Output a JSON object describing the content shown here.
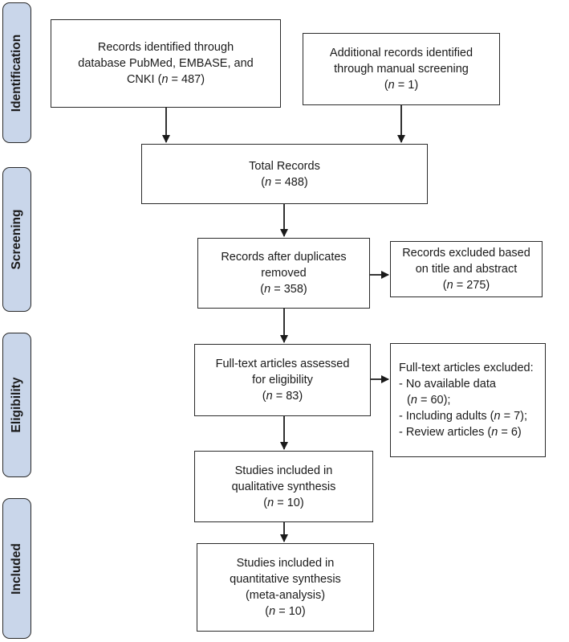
{
  "stages": {
    "identification": "Identification",
    "screening": "Screening",
    "eligibility": "Eligibility",
    "included": "Included"
  },
  "boxes": {
    "database_records": {
      "lines": [
        "Records identified through",
        "database PubMed, EMBASE, and",
        "CNKI ("
      ],
      "n_prefix": "n",
      "n_value": " = 487)"
    },
    "manual_records": {
      "lines": [
        "Additional records identified",
        "through manual screening",
        "("
      ],
      "n_prefix": "n",
      "n_value": " = 1)"
    },
    "total_records": {
      "lines": [
        "Total Records",
        "("
      ],
      "n_prefix": "n",
      "n_value": " = 488)"
    },
    "after_duplicates": {
      "lines": [
        "Records after duplicates",
        "removed",
        "("
      ],
      "n_prefix": "n",
      "n_value": " = 358)"
    },
    "excluded_title": {
      "lines": [
        "Records excluded based",
        "on title and abstract",
        "("
      ],
      "n_prefix": "n",
      "n_value": " = 275)"
    },
    "fulltext_assessed": {
      "lines": [
        "Full-text articles assessed",
        "for eligibility",
        "("
      ],
      "n_prefix": "n",
      "n_value": " = 83)"
    },
    "fulltext_excluded": {
      "title": "Full-text articles excluded:",
      "item1": "- No available data",
      "item1_n_open": "(",
      "item1_n": "n",
      "item1_n_close": " = 60);",
      "item2_prefix": "- Including adults  (",
      "item2_n": "n",
      "item2_close": " = 7);",
      "item3_prefix": "- Review articles (",
      "item3_n": "n",
      "item3_close": " = 6)"
    },
    "qualitative": {
      "lines": [
        "Studies included in",
        "qualitative synthesis",
        "("
      ],
      "n_prefix": "n",
      "n_value": " = 10)"
    },
    "quantitative": {
      "lines": [
        "Studies included in",
        "quantitative synthesis",
        "(meta-analysis)",
        "("
      ],
      "n_prefix": "n",
      "n_value": " = 10)"
    }
  }
}
